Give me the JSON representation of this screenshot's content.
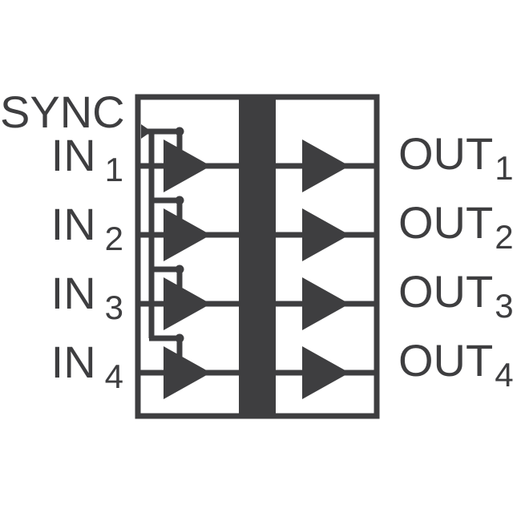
{
  "colors": {
    "ink": "#3e3e40",
    "background": "#ffffff"
  },
  "labels": {
    "sync": "SYNC",
    "inputs": [
      {
        "base": "IN",
        "sub": "1"
      },
      {
        "base": "IN",
        "sub": "2"
      },
      {
        "base": "IN",
        "sub": "3"
      },
      {
        "base": "IN",
        "sub": "4"
      }
    ],
    "outputs": [
      {
        "base": "OUT",
        "sub": "1"
      },
      {
        "base": "OUT",
        "sub": "2"
      },
      {
        "base": "OUT",
        "sub": "3"
      },
      {
        "base": "OUT",
        "sub": "4"
      }
    ]
  },
  "icons": {
    "input_buffers": "buffer-triangle-icon",
    "output_buffers": "buffer-triangle-icon",
    "sync_pin": "right-arrowhead-icon",
    "barrier": "isolation-barrier-bar",
    "junctions": "wire-junction-dot"
  }
}
